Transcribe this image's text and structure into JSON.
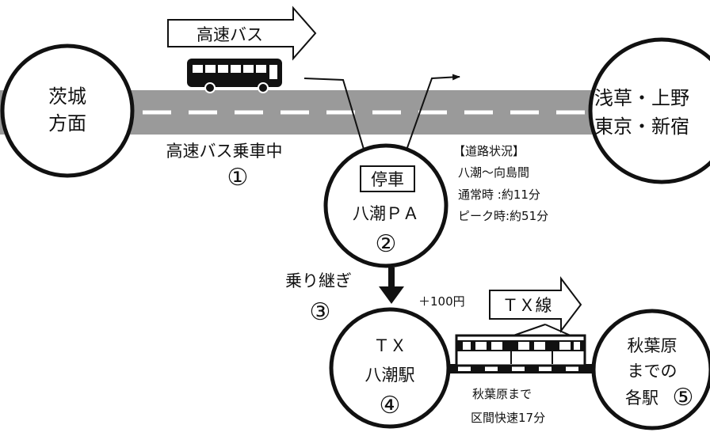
{
  "left_circle": {
    "line1": "茨城",
    "line2": "方面"
  },
  "right_circle": {
    "line1": "浅草・上野",
    "line2": "東京・新宿"
  },
  "bus_arrow_label": "高速バス",
  "bus_riding_label": "高速バス乗車中",
  "step1": "①",
  "pa_circle": {
    "stop_label": "停車",
    "name": "八潮ＰＡ",
    "step": "②"
  },
  "road_status": {
    "heading": "【道路状況】",
    "section": "八潮～向島間",
    "normal": "通常時 :約11分",
    "peak": "ピーク時:約51分"
  },
  "transfer": {
    "label": "乗り継ぎ",
    "step": "③",
    "fare": "＋100円"
  },
  "tx_station_circle": {
    "line1": "ＴＸ",
    "line2": "八潮駅",
    "step": "④"
  },
  "tx_arrow_label": "ＴＸ線",
  "tx_time": {
    "line1": "秋葉原まで",
    "line2": "区間快速17分"
  },
  "akiba_circle": {
    "line1": "秋葉原",
    "line2": "までの",
    "line3": "各駅",
    "step": "⑤"
  }
}
